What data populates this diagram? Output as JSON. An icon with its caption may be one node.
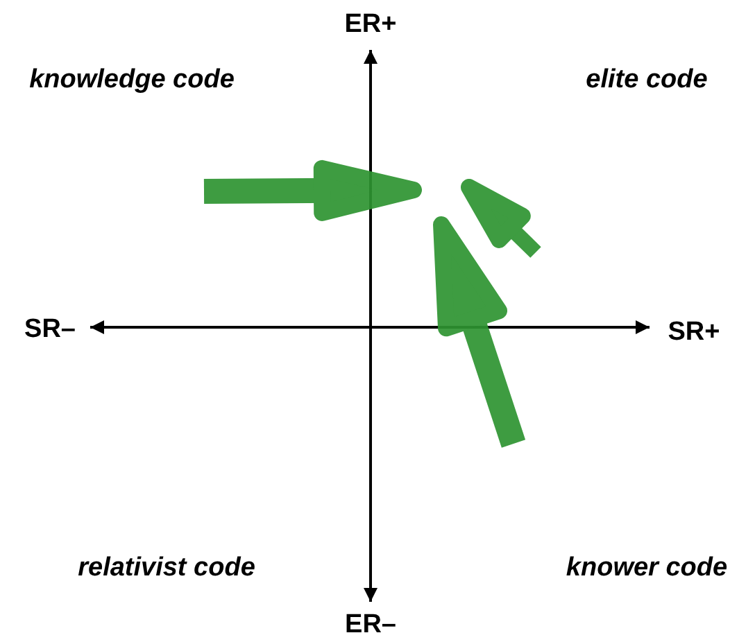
{
  "diagram": {
    "labels": [
      "ER+",
      "knowledge code",
      "elite code",
      "SR–",
      "SR+",
      "relativist code",
      "knower code",
      "ER–"
    ]
  }
}
